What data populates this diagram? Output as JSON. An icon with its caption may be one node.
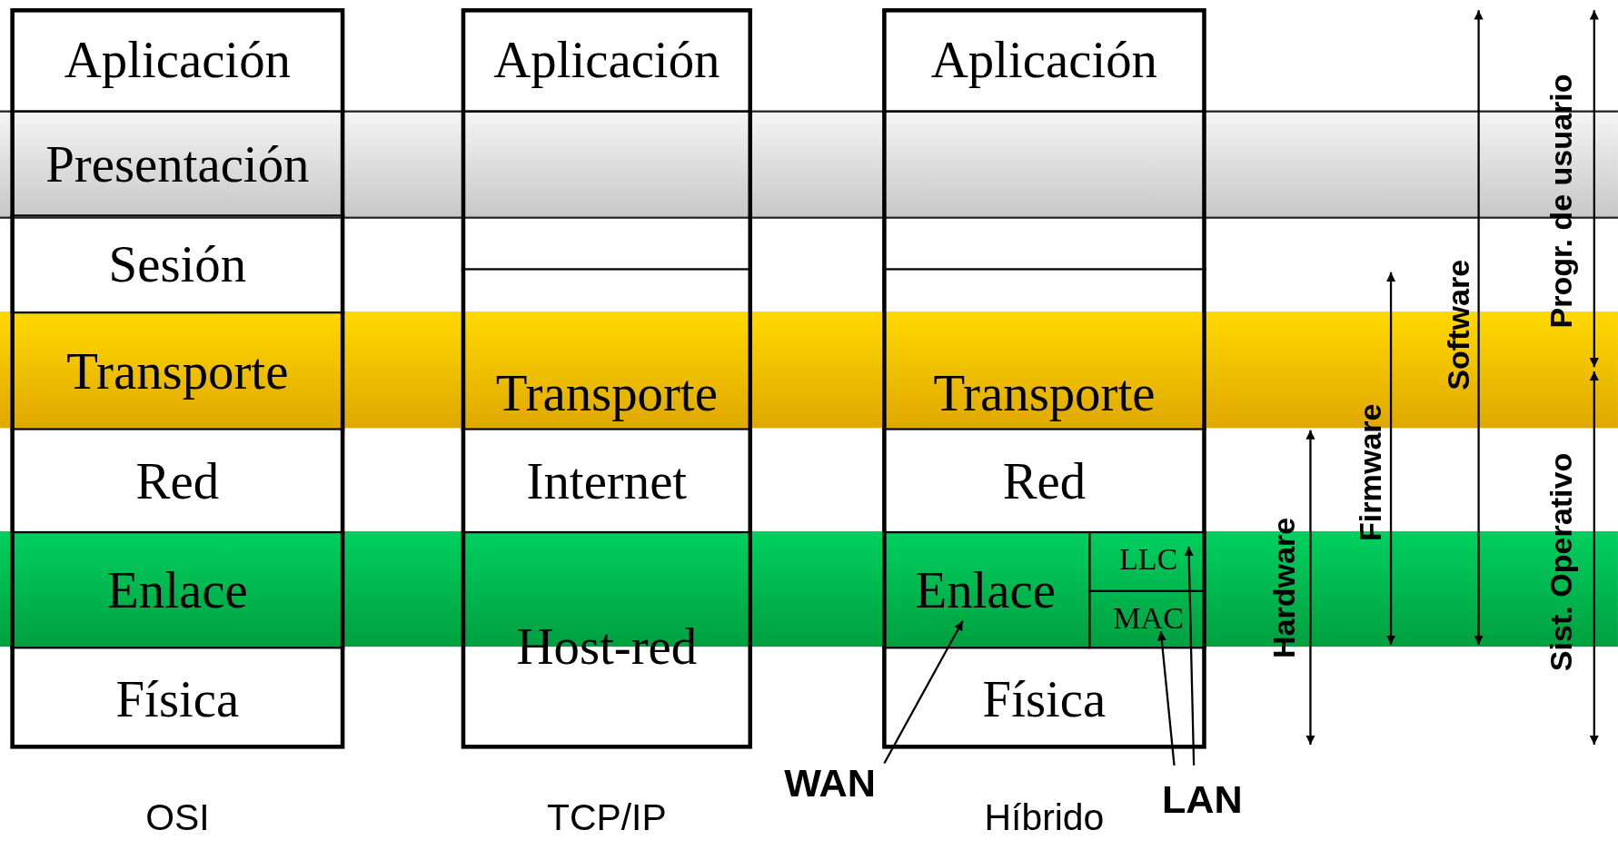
{
  "diagram": {
    "nodes": [
      {
        "text": [
          "OSI"
        ]
      },
      {
        "text": [
          "Aplicación"
        ],
        "in": 0
      },
      {
        "text": [
          "Presentación"
        ],
        "in": 0
      },
      {
        "text": [
          "Sesión"
        ],
        "in": 0
      },
      {
        "text": [
          "Transporte"
        ],
        "in": 0
      },
      {
        "text": [
          "Red"
        ],
        "in": 0
      },
      {
        "text": [
          "Enlace"
        ],
        "in": 0
      },
      {
        "text": [
          "Física"
        ],
        "in": 0
      },
      {
        "text": [
          "TCP/IP"
        ]
      },
      {
        "text": [
          "Aplicación"
        ],
        "in": 8
      },
      {
        "text": [],
        "shape": "box",
        "in": 8
      },
      {
        "text": [
          "Transporte"
        ],
        "in": 8
      },
      {
        "text": [
          "Internet"
        ],
        "in": 8
      },
      {
        "text": [
          "Host-red"
        ],
        "in": 8
      },
      {
        "text": [
          "Híbrido"
        ]
      },
      {
        "text": [
          "Aplicación"
        ],
        "in": 14
      },
      {
        "text": [],
        "shape": "box",
        "in": 14
      },
      {
        "text": [
          "Transporte"
        ],
        "in": 14
      },
      {
        "text": [
          "Red"
        ],
        "in": 14
      },
      {
        "text": [
          "Enlace"
        ],
        "in": 14
      },
      {
        "text": [
          "LLC"
        ],
        "in": 19
      },
      {
        "text": [
          "MAC"
        ],
        "in": 19
      },
      {
        "text": [
          "Física"
        ],
        "in": 14
      },
      {
        "text": [
          "WAN"
        ]
      },
      {
        "text": [
          "LAN"
        ]
      }
    ],
    "edges": [
      {
        "from": 23,
        "to": 19,
        "arrow": "to"
      },
      {
        "from": 24,
        "to": 21,
        "arrow": "to"
      },
      {
        "from": 24,
        "to": 20,
        "arrow": "to"
      }
    ],
    "labels": [
      "Hardware",
      "Firmware",
      "Software",
      "Progr. de usuario",
      "Sist. Operativo"
    ]
  }
}
